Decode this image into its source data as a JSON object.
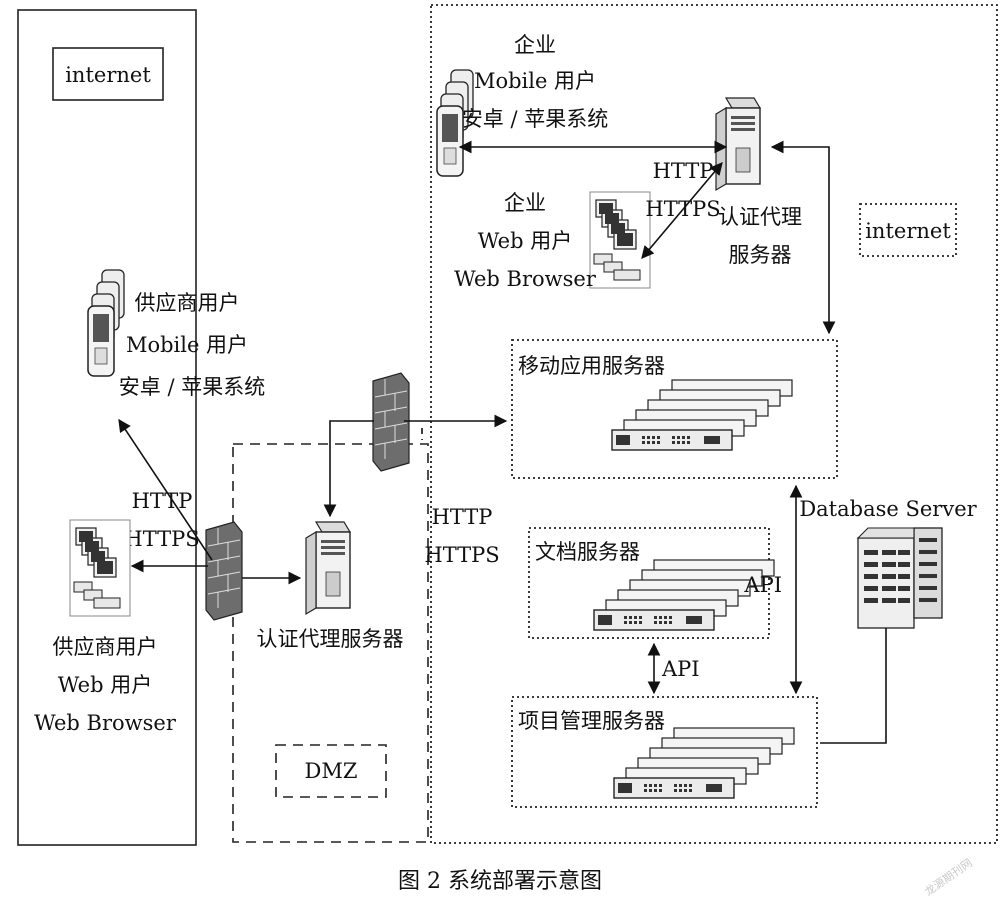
{
  "internet_left": "internet",
  "internet_right": "internet",
  "dmz": "DMZ",
  "enterprise_mobile": [
    "企业",
    "Mobile 用户",
    "安卓 / 苹果系统"
  ],
  "enterprise_web": [
    "企业",
    "Web 用户",
    "Web Browser"
  ],
  "proxy_top": [
    "认证代理",
    "服务器"
  ],
  "http_top": [
    "HTTP",
    "HTTPS"
  ],
  "supplier_mobile": [
    "供应商用户",
    "Mobile 用户",
    "安卓 / 苹果系统"
  ],
  "supplier_web": [
    "供应商用户",
    "Web 用户",
    "Web Browser"
  ],
  "http_left": [
    "HTTP",
    "HTTPS"
  ],
  "http_dmz": [
    "HTTP",
    "HTTPS"
  ],
  "proxy_dmz": "认证代理服务器",
  "mobile_app_server": "移动应用服务器",
  "doc_server": "文档服务器",
  "project_server": "项目管理服务器",
  "database_server": "Database Server",
  "api_vertical": "API",
  "api_short": "API",
  "caption": "图 2   系统部署示意图",
  "watermark": "龙源期刊网",
  "colors": {
    "line": "#111111",
    "firewall": "#6d6d6d",
    "server_fill": "#f4f4f4"
  }
}
